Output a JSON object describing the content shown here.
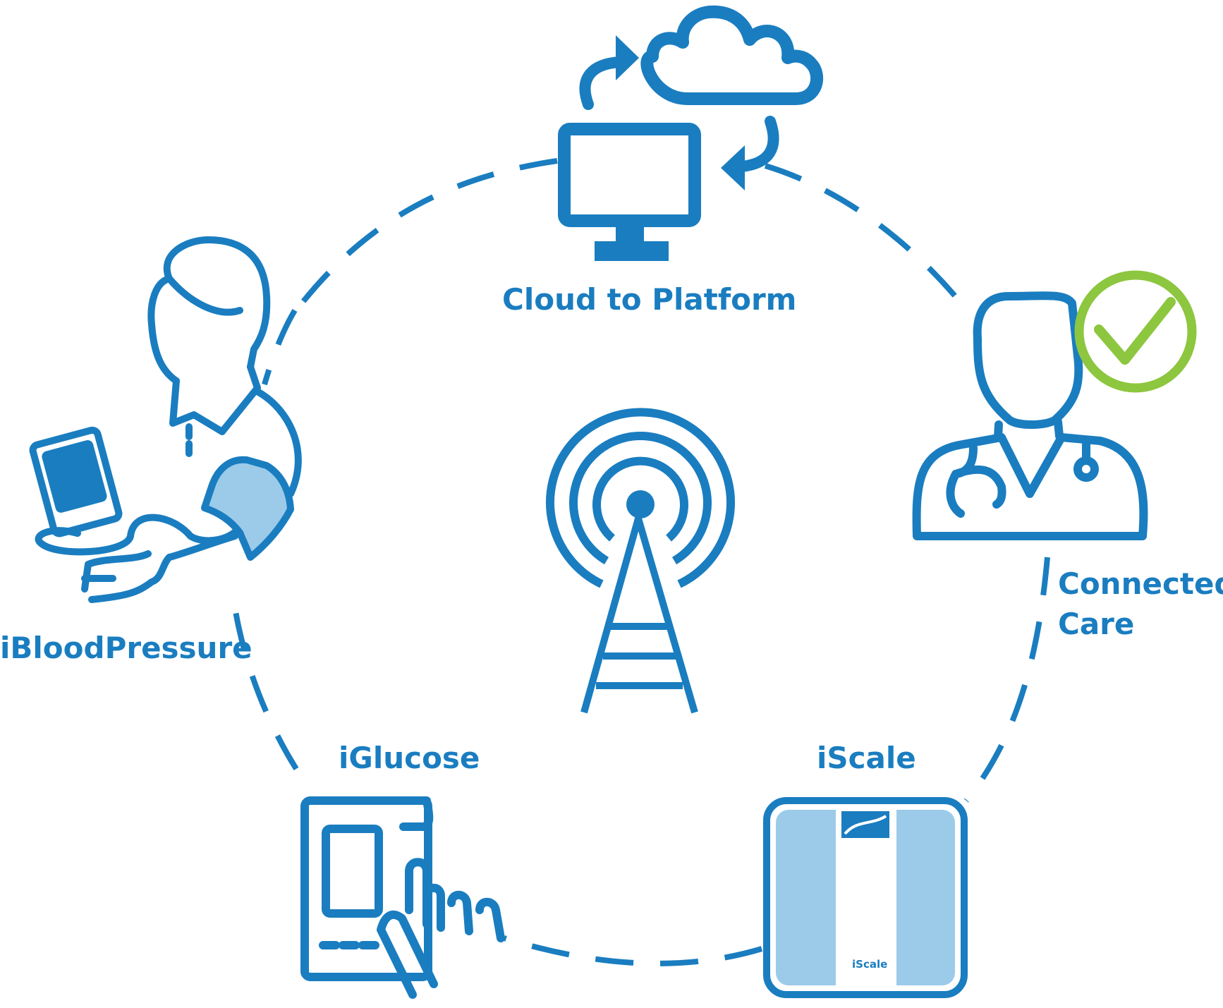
{
  "colors": {
    "primary": "#1a7dc0",
    "light_fill": "#9ccbea",
    "check": "#8dc63f",
    "background": "#ffffff"
  },
  "nodes": {
    "cloud_platform": {
      "label": "Cloud to Platform",
      "icon": "cloud-computer-icon"
    },
    "connected_care": {
      "label_line1": "Connected",
      "label_line2": "Care",
      "icon": "doctor-check-icon"
    },
    "iscale": {
      "label": "iScale",
      "icon": "bathroom-scale-icon",
      "device_text": "iScale"
    },
    "iglucose": {
      "label": "iGlucose",
      "icon": "glucose-meter-icon"
    },
    "iblood_pressure": {
      "label": "iBloodPressure",
      "icon": "blood-pressure-patient-icon"
    },
    "center": {
      "icon": "radio-tower-icon"
    }
  }
}
